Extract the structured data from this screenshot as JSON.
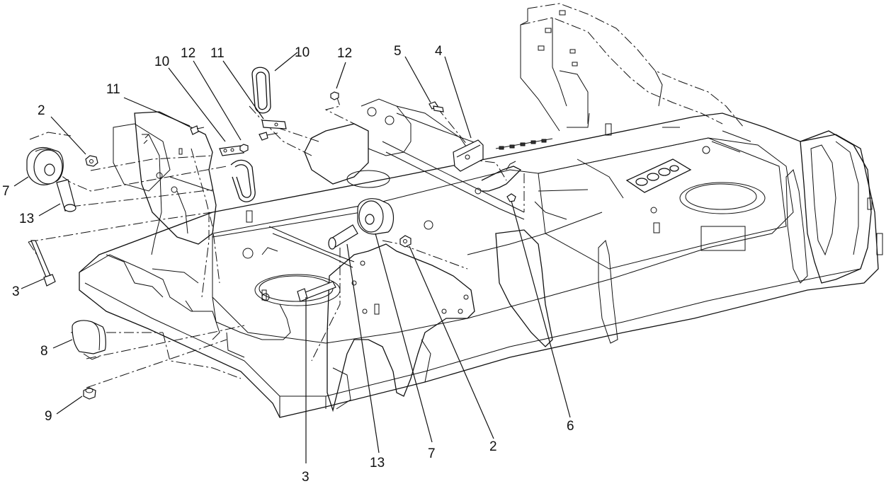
{
  "callouts": [
    {
      "id": "c-11a",
      "label": "11"
    },
    {
      "id": "c-10a",
      "label": "10"
    },
    {
      "id": "c-12a",
      "label": "12"
    },
    {
      "id": "c-11b",
      "label": "11"
    },
    {
      "id": "c-10b",
      "label": "10"
    },
    {
      "id": "c-12b",
      "label": "12"
    },
    {
      "id": "c-5",
      "label": "5"
    },
    {
      "id": "c-4",
      "label": "4"
    },
    {
      "id": "c-2a",
      "label": "2"
    },
    {
      "id": "c-7a",
      "label": "7"
    },
    {
      "id": "c-13a",
      "label": "13"
    },
    {
      "id": "c-3a",
      "label": "3"
    },
    {
      "id": "c-8",
      "label": "8"
    },
    {
      "id": "c-9",
      "label": "9"
    },
    {
      "id": "c-3b",
      "label": "3"
    },
    {
      "id": "c-13b",
      "label": "13"
    },
    {
      "id": "c-7b",
      "label": "7"
    },
    {
      "id": "c-2b",
      "label": "2"
    },
    {
      "id": "c-6",
      "label": "6"
    }
  ]
}
